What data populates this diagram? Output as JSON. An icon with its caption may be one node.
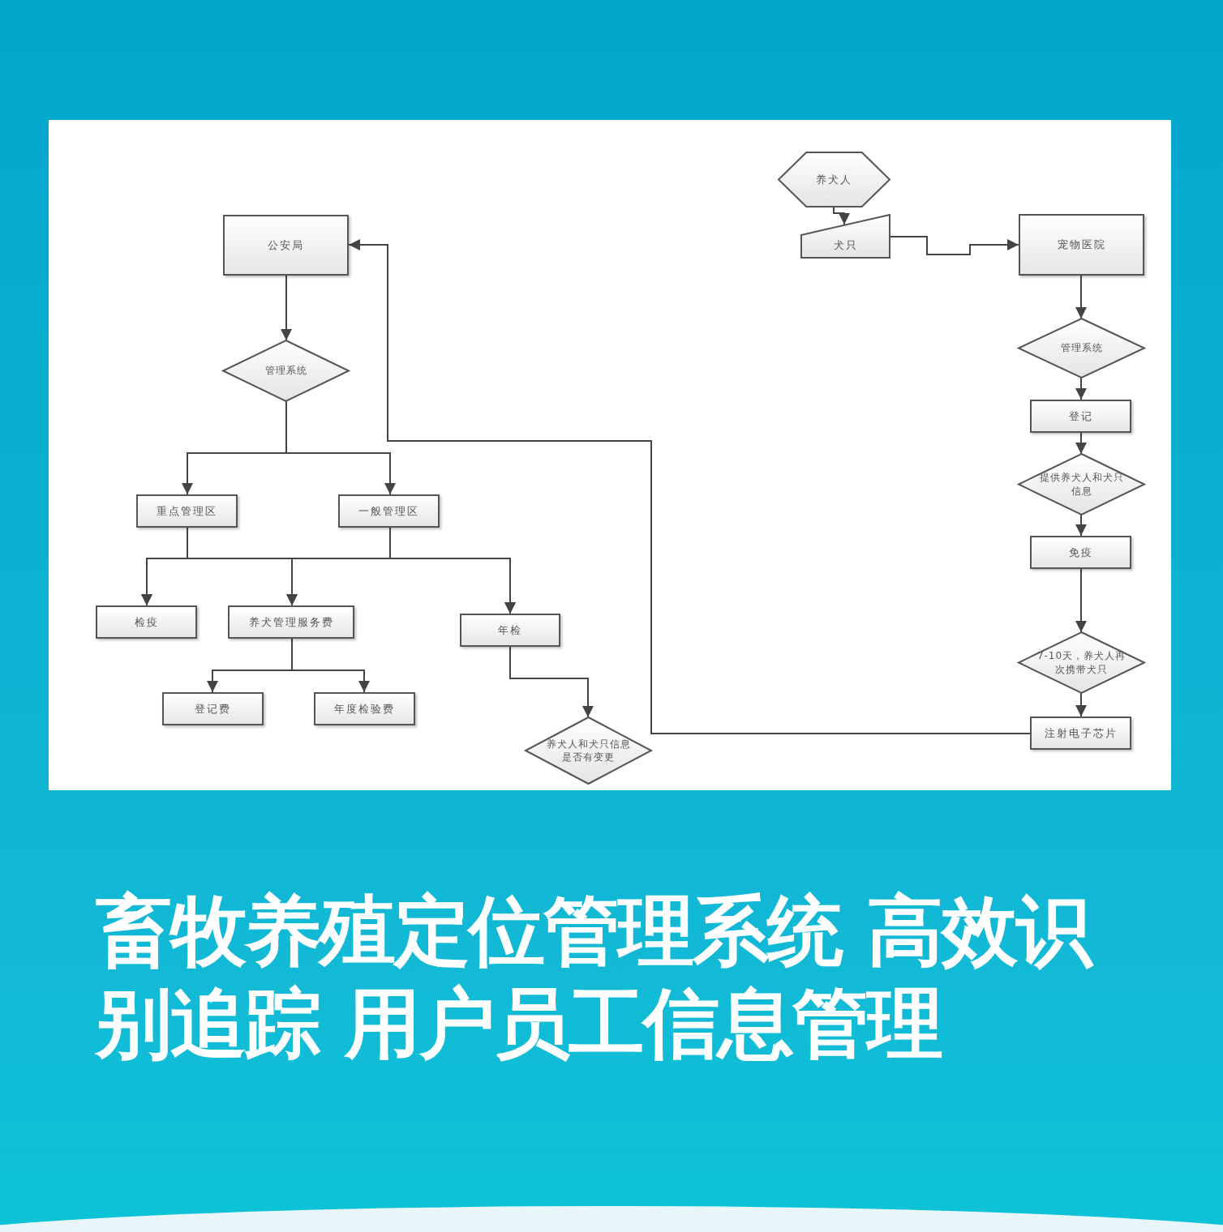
{
  "diagram": {
    "title": "畜牧养殖定位管理系统 高效识别追踪 用户员工信息管理",
    "nodes": [
      {
        "text": [
          "公安局"
        ]
      },
      {
        "text": [
          "管理系统"
        ]
      },
      {
        "text": [
          "重点管理区"
        ]
      },
      {
        "text": [
          "一般管理区"
        ]
      },
      {
        "text": [
          "检疫"
        ]
      },
      {
        "text": [
          "养犬管理服务费"
        ]
      },
      {
        "text": [
          "年检"
        ]
      },
      {
        "text": [
          "登记费"
        ]
      },
      {
        "text": [
          "年度检验费"
        ]
      },
      {
        "text": [
          "养犬人和犬只信息是否有变更"
        ]
      },
      {
        "text": [
          "养犬人"
        ]
      },
      {
        "text": [
          "犬只"
        ]
      },
      {
        "text": [
          "宠物医院"
        ]
      },
      {
        "text": [
          "管理系统"
        ]
      },
      {
        "text": [
          "登记"
        ]
      },
      {
        "text": [
          "提供养犬人和犬只信息"
        ]
      },
      {
        "text": [
          "免疫"
        ]
      },
      {
        "text": [
          "7-10天，养犬人再次携带犬只"
        ]
      },
      {
        "text": [
          "注射电子芯片"
        ]
      }
    ],
    "edges": [
      {
        "from": 0,
        "to": 1,
        "arrow": "to"
      },
      {
        "from": 1,
        "to": 2,
        "arrow": "to"
      },
      {
        "from": 1,
        "to": 3,
        "arrow": "to"
      },
      {
        "from": 2,
        "to": 4,
        "arrow": "to"
      },
      {
        "from": 2,
        "to": 5,
        "arrow": "to"
      },
      {
        "from": 2,
        "to": 6,
        "arrow": "to"
      },
      {
        "from": 3,
        "to": 4,
        "arrow": "to"
      },
      {
        "from": 3,
        "to": 5,
        "arrow": "to"
      },
      {
        "from": 3,
        "to": 6,
        "arrow": "to"
      },
      {
        "from": 5,
        "to": 7,
        "arrow": "to"
      },
      {
        "from": 5,
        "to": 8,
        "arrow": "to"
      },
      {
        "from": 6,
        "to": 9,
        "arrow": "to"
      },
      {
        "from": 18,
        "to": 0,
        "arrow": "to"
      },
      {
        "from": 10,
        "to": 11,
        "arrow": "to"
      },
      {
        "from": 11,
        "to": 12,
        "arrow": "to"
      },
      {
        "from": 12,
        "to": 13,
        "arrow": "to"
      },
      {
        "from": 13,
        "to": 14,
        "arrow": "to"
      },
      {
        "from": 14,
        "to": 15,
        "arrow": "to"
      },
      {
        "from": 15,
        "to": 16,
        "arrow": "to"
      },
      {
        "from": 16,
        "to": 17,
        "arrow": "to"
      },
      {
        "from": 17,
        "to": 18,
        "arrow": "to"
      }
    ]
  }
}
